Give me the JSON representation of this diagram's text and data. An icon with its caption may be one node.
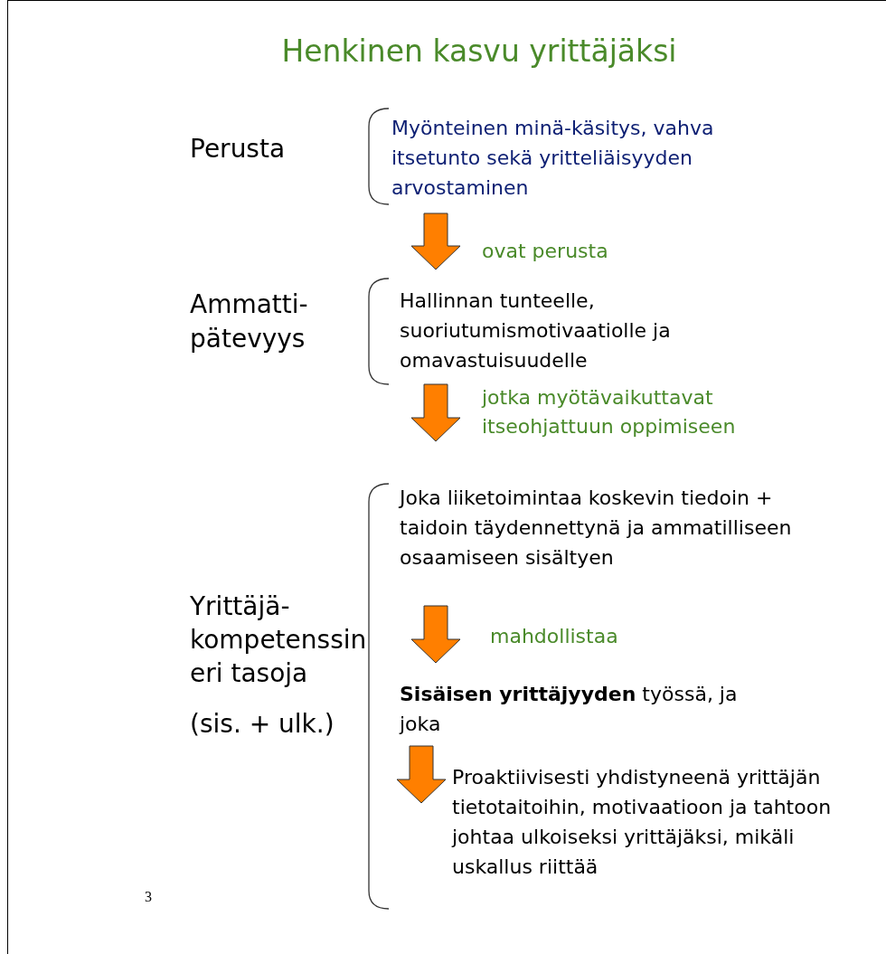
{
  "diagram": {
    "title": "Henkinen kasvu yrittäjäksi",
    "nodes": [
      {
        "text": [
          "Myönteinen minä-käsitys, vahva itsetunto sekä yritteliäisyyden arvostaminen"
        ]
      },
      {
        "text": [
          "Hallinnan tunteelle, suoriutumismotivaatiolle ja omavastuisuudelle"
        ]
      },
      {
        "text": [
          "Joka liiketoimintaa koskevin tiedoin + taidoin täydennettynä ja ammatilliseen osaamiseen sisältyen"
        ]
      },
      {
        "text": [
          "**Sisäisen yrittäjyyden** työssä, ja joka"
        ]
      },
      {
        "text": [
          "Proaktiivisesti yhdistyneenä yrittäjän tietotaitoihin, motivaatioon ja tahtoon johtaa ulkoiseksi yrittäjäksi, mikäli uskallus riittää"
        ]
      }
    ],
    "edges": [
      {
        "from": 0,
        "to": 1,
        "arrow": "to",
        "label": "ovat perusta"
      },
      {
        "from": 1,
        "to": 2,
        "arrow": "to",
        "label": "jotka myötävaikuttavat itseohjattuun oppimiseen"
      },
      {
        "from": 2,
        "to": 3,
        "arrow": "to",
        "label": "mahdollistaa"
      },
      {
        "from": 3,
        "to": 4,
        "arrow": "to"
      }
    ],
    "labels": [
      "Perusta",
      "Ammatti- pätevyys",
      "Yrittäjä- kompetenssin eri tasoja",
      "(sis. + ulk.)",
      "3"
    ]
  }
}
